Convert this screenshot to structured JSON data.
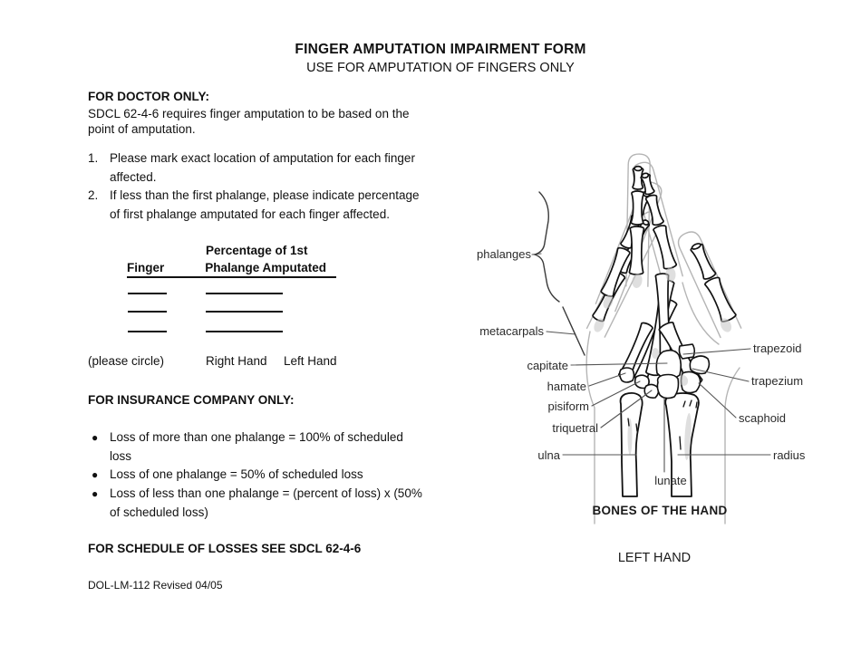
{
  "header": {
    "title": "FINGER AMPUTATION IMPAIRMENT FORM",
    "subtitle": "USE FOR AMPUTATION OF FINGERS ONLY"
  },
  "doctor_section": {
    "heading": "FOR DOCTOR ONLY:",
    "intro_lines": [
      "SDCL 62-4-6 requires finger amputation to be based on the",
      "point of amputation."
    ],
    "instructions": [
      {
        "number": "1.",
        "lines": [
          "Please mark exact location of amputation for each finger",
          "affected."
        ]
      },
      {
        "number": "2.",
        "lines": [
          "If less than the first phalange, please indicate percentage",
          "of first phalange amputated for each finger affected."
        ]
      }
    ],
    "table": {
      "col2_header_line1": "Percentage of 1st",
      "col1_header": "Finger",
      "col2_header_line2": "Phalange Amputated"
    },
    "circle_prompt": "(please circle)",
    "hand_options": [
      "Right Hand",
      "Left Hand"
    ]
  },
  "insurance_section": {
    "heading": "FOR INSURANCE COMPANY ONLY:",
    "bullet_char": "●",
    "bullets": [
      {
        "lines": [
          "Loss of more than one phalange = 100% of scheduled",
          "loss"
        ]
      },
      {
        "lines": [
          "Loss of one phalange = 50% of scheduled loss"
        ]
      },
      {
        "lines": [
          "Loss of less than one phalange = (percent of loss) x (50%",
          "of scheduled loss)"
        ]
      }
    ]
  },
  "footer": {
    "schedule_note": "FOR SCHEDULE OF LOSSES SEE SDCL 62-4-6",
    "form_number": "DOL-LM-112 Revised 04/05"
  },
  "diagram": {
    "labels_left": [
      "phalanges",
      "metacarpals",
      "capitate",
      "hamate",
      "pisiform",
      "triquetral",
      "ulna"
    ],
    "label_lunate": "lunate",
    "labels_right": [
      "trapezoid",
      "trapezium",
      "scaphoid",
      "radius"
    ],
    "caption": "BONES OF THE HAND",
    "hand_side": "LEFT HAND"
  },
  "colors": {
    "ink": "#111111",
    "label_ink": "#2b2b2b",
    "leader_line": "#555555",
    "bone_outline": "#111111",
    "silhouette": "#b5b5b5",
    "shading": "#c6c6c6",
    "background": "#ffffff"
  }
}
